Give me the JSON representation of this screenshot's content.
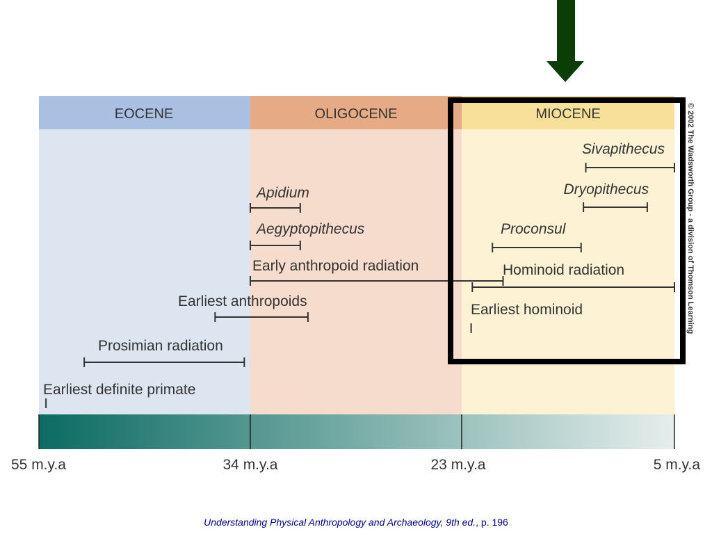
{
  "epochs": [
    {
      "label": "EOCENE",
      "band": "#a9c0e2",
      "body": "#dde5f1",
      "start": 55,
      "end": 34
    },
    {
      "label": "OLIGOCENE",
      "band": "#e6aa85",
      "body": "#f5dccc",
      "start": 34,
      "end": 23
    },
    {
      "label": "MIOCENE",
      "band": "#f9e09a",
      "body": "#fdf2d3",
      "start": 23,
      "end": 5
    }
  ],
  "ticks": [
    {
      "value": 55,
      "label": "55 m.y.a"
    },
    {
      "value": 34,
      "label": "34 m.y.a"
    },
    {
      "value": 23,
      "label": "23 m.y.a"
    },
    {
      "value": 5,
      "label": "5 m.y.a"
    }
  ],
  "events": [
    {
      "name": "Sivapithecus",
      "italic": true,
      "start": 12.5,
      "end": 5
    },
    {
      "name": "Dryopithecus",
      "italic": true,
      "start": 12.7,
      "end": 7.3
    },
    {
      "name": "Apidium",
      "italic": true,
      "start": 34.0,
      "end": 31.4
    },
    {
      "name": "Aegyptopithecus",
      "italic": true,
      "start": 34.0,
      "end": 31.4
    },
    {
      "name": "Proconsul",
      "italic": true,
      "start": 20.4,
      "end": 12.9
    },
    {
      "name": "Early anthropoid radiation",
      "italic": false,
      "start": 34.0,
      "end": 19.5
    },
    {
      "name": "Hominoid radiation",
      "italic": false,
      "start": 22.1,
      "end": 5.0
    },
    {
      "name": "Earliest anthropoids",
      "italic": false,
      "start": 37.5,
      "end": 31.0
    },
    {
      "name": "Earliest hominoid",
      "italic": false,
      "start": 22.2,
      "end": 22.2
    },
    {
      "name": "Prosimian radiation",
      "italic": false,
      "start": 50.5,
      "end": 34.6
    },
    {
      "name": "Earliest definite primate",
      "italic": false,
      "start": 54.3,
      "end": 54.3
    }
  ],
  "copyright": "© 2002 The Wadsworth Group - a division of Thomson Learning",
  "citation": {
    "title": "Understanding Physical Anthropology and Archaeology, 9th ed.",
    "page": ", p. 196"
  },
  "colors": {
    "arrow": "#0b3d06",
    "highlight_box": "#000000",
    "bar_dark": "#0b6b63",
    "bar_light": "#e6eeec",
    "text": "#333333"
  }
}
